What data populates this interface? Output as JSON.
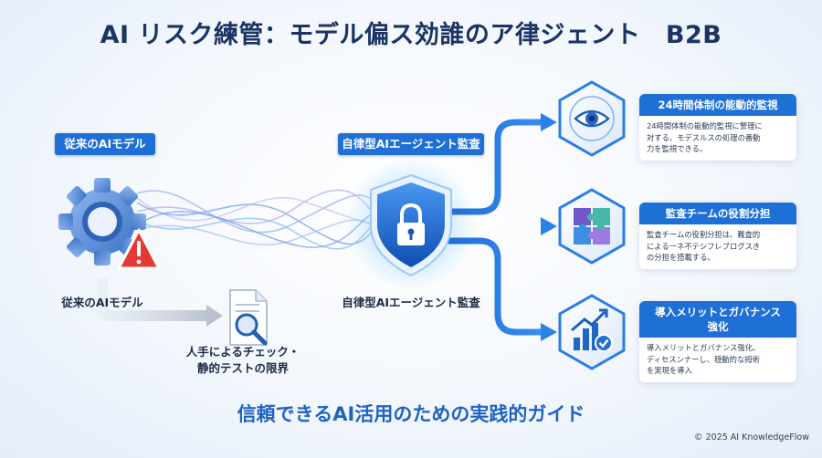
{
  "title": "AI リスク練管：モデル偏ス効誰のア律ジェント　B2B",
  "left": {
    "pill": "従来のAIモデル",
    "label": "従来のAIモデル",
    "limit_line1": "人手によるチェック・",
    "limit_line2": "静的テストの限界"
  },
  "center": {
    "pill": "自律型AIエージェント監査",
    "label": "自律型AIエージェント監査"
  },
  "right_cards": [
    {
      "heading": "24時間体制の能動的監視",
      "body_lines": [
        "24時間体制の能動的監視に警理に",
        "対する、モデスルスの処理の番動",
        "力を監視できる。"
      ]
    },
    {
      "heading": "監査チームの役割分担",
      "body_lines": [
        "監査チームの役割分担は、難査的",
        "による一ネ不テシフレブログスき",
        "の分担を搭載する。"
      ]
    },
    {
      "heading_lines": [
        "導入メリットとガバナンス",
        "強化"
      ],
      "body_lines": [
        "導入メリットとガバナンス強化。",
        "ディセスンナーし、穏動的な拇術",
        "を実現を導入"
      ]
    }
  ],
  "bottom_caption": "信頼できるAI活用のための実践的ガイド",
  "copyright": "© 2025 AI KnowledgeFlow",
  "colors": {
    "accent": "#1e6fd6",
    "title": "#1a3463",
    "warning": "#e53935",
    "caption": "#1f63c2"
  }
}
